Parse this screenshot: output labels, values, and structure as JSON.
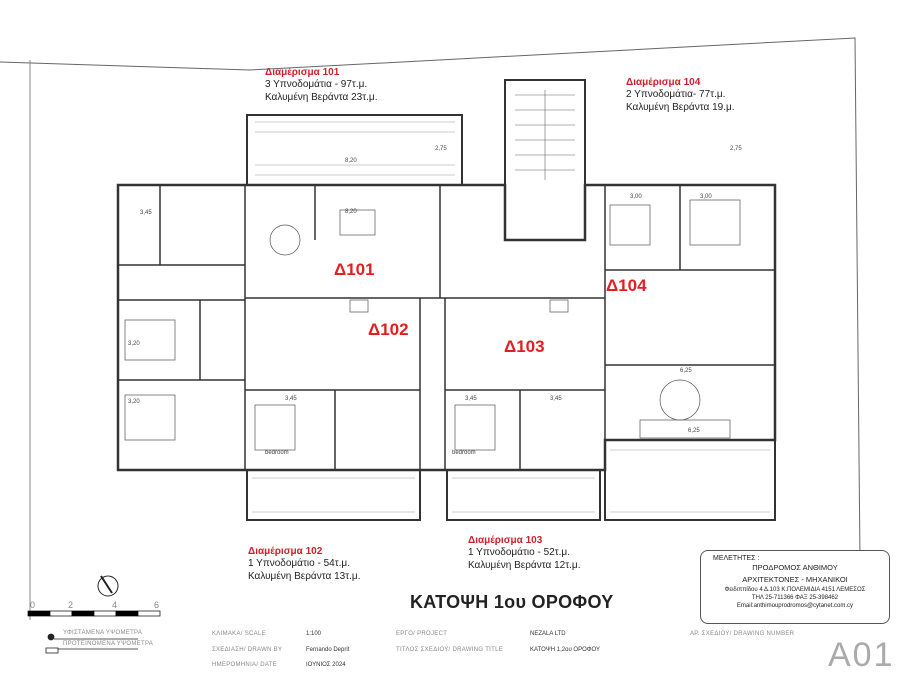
{
  "apartments": [
    {
      "title": "Διαμέρισμα 101",
      "line1": "3 Υπνοδομάτια - 97τ.μ.",
      "line2": "Καλυμένη Βεράντα 23τ.μ.",
      "tag": "Δ101"
    },
    {
      "title": "Διαμέρισμα 102",
      "line1": "1 Υπνοδομάτιο - 54τ.μ.",
      "line2": "Καλυμένη Βεράντα 13τ.μ.",
      "tag": "Δ102"
    },
    {
      "title": "Διαμέρισμα 103",
      "line1": "1 Υπνοδομάτιο - 52τ.μ.",
      "line2": "Καλυμένη Βεράντα 12τ.μ.",
      "tag": "Δ103"
    },
    {
      "title": "Διαμέρισμα 104",
      "line1": "2 Υπνοδομάτια- 77τ.μ.",
      "line2": "Καλυμένη Βεράντα 19.μ.",
      "tag": "Δ104"
    }
  ],
  "plan": {
    "dimensions": [
      "8,20",
      "8,20",
      "3,45",
      "3,45",
      "3,20",
      "3,20",
      "3,45",
      "3,45",
      "3,00",
      "3,00",
      "6,25",
      "6,25",
      "2,75",
      "2,75"
    ],
    "rooms": [
      "bedroom",
      "bedroom"
    ],
    "colors": {
      "wall": "#333333",
      "unit_label": "#e02020",
      "apt_title": "#d0202a"
    }
  },
  "main_title": "ΚΑΤΟΨΗ 1ου ΟΡΟΦΟΥ",
  "scale_bar": {
    "ticks": [
      "0",
      "2",
      "4",
      "6"
    ]
  },
  "legend": {
    "existing": "ΥΦΙΣΤΑΜΕΝΑ ΥΨΟΜΕΤΡΑ",
    "proposed": "ΠΡΟΤΕΙΝΟΜΕΝΑ ΥΨΟΜΕΤΡΑ"
  },
  "title_block": {
    "scale_label": "ΚΛΙΜΑΚΑ/ SCALE",
    "scale_value": "1:100",
    "drawn_label": "ΣΧΕΔΙΑΣΗ/ DRAWN BY",
    "drawn_value": "Fernando Deprit",
    "date_label": "ΗΜΕΡΟΜΗΝΙΑ/ DATE",
    "date_value": "ΙΟΥΝΙΟΣ 2024",
    "project_label": "ΕΡΓΟ/ PROJECT",
    "project_value": "NEZALA LTD",
    "title_label": "ΤΙΤΛΟΣ ΣΧΕΔΙΟΥ/ DRAWING TITLE",
    "title_value": "ΚΑΤΟΨΗ 1,2ου ΟΡΟΦΟΥ",
    "number_label": "ΑΡ. ΣΧΕΔΙΟΥ/ DRAWING NUMBER",
    "number_value": "A01"
  },
  "office": {
    "header": "ΜΕΛΕΤΗΤΕΣ :",
    "name": "ΠΡΟΔΡΟΜΟΣ ΑΝΘΙΜΟΥ",
    "role": "ΑΡΧΙΤΕΚΤΟΝΕΣ - ΜΗΧΑΝΙΚΟΙ",
    "address": "Φειδιππίδου 4 Δ.103 Κ.ΠΟΛΕΜΙΔΙΑ 4151 ΛΕΜΕΣΟΣ",
    "phone": "ΤΗΛ 25-711366    ΦΑΞ 25-398462",
    "email": "Email:anthimouprodromos@cytanet.com.cy"
  }
}
